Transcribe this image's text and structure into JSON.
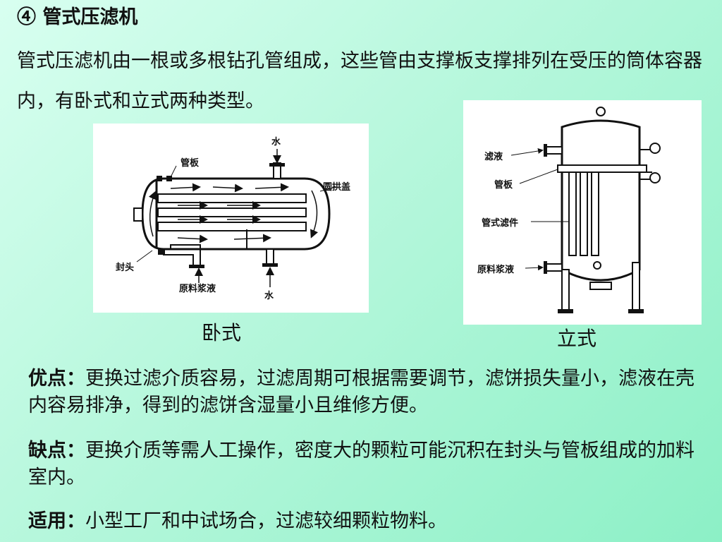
{
  "title": "④ 管式压滤机",
  "intro": "管式压滤机由一根或多根钻孔管组成，这些管由支撑板支撑排列在受压的筒体容器内，有卧式和立式两种类型。",
  "horizontal": {
    "caption": "卧式",
    "labels": {
      "water_top": "水",
      "tube_sheet": "管板",
      "dome_cover": "圆拱盖",
      "head": "封头",
      "slurry": "原料浆液",
      "water_bottom": "水"
    }
  },
  "vertical": {
    "caption": "立式",
    "labels": {
      "filtrate": "滤液",
      "tube_sheet": "管板",
      "tube_element": "管式滤件",
      "slurry": "原料浆液"
    }
  },
  "pros": {
    "label": "优点：",
    "text": "更换过滤介质容易，过滤周期可根据需要调节，滤饼损失量小，滤液在壳内容易排净，得到的滤饼含湿量小且维修方便。"
  },
  "cons": {
    "label": "缺点：",
    "text": "更换介质等需人工操作，密度大的颗粒可能沉积在封头与管板组成的加料室内。"
  },
  "usage": {
    "label": "适用：",
    "text": "小型工厂和中试场合，过滤较细颗粒物料。"
  }
}
